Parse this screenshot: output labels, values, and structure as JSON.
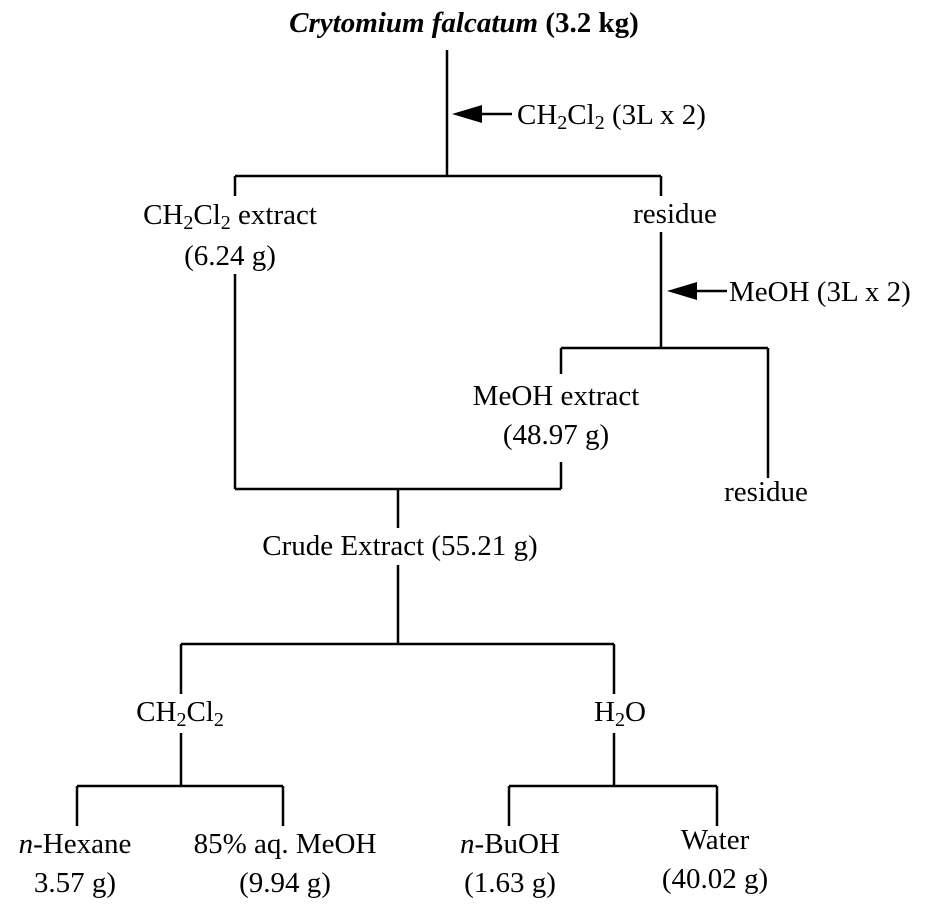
{
  "title": {
    "species": "Crytomium falcatum",
    "mass": "(3.2 kg)"
  },
  "step1": {
    "solvent": "CH",
    "sub1": "2",
    "mid": "Cl",
    "sub2": "2",
    "amount": "(3L x 2)"
  },
  "ch2cl2_extract": {
    "part1": "CH",
    "sub1": "2",
    "part2": "Cl",
    "sub2": "2",
    "suffix": "extract",
    "mass": "(6.24 g)"
  },
  "residue_1": "residue",
  "step2": {
    "solvent": "MeOH",
    "amount": "(3L x 2)"
  },
  "meoh_extract": {
    "label": "MeOH extract",
    "mass": "(48.97 g)"
  },
  "residue_2": "residue",
  "crude_extract": "Crude Extract (55.21 g)",
  "partition_ch2cl2": {
    "part1": "CH",
    "sub1": "2",
    "part2": "Cl",
    "sub2": "2"
  },
  "partition_h2o": {
    "part1": "H",
    "sub1": "2",
    "part2": "O"
  },
  "fractions": {
    "hexane": {
      "prefix": "n",
      "name": "-Hexane",
      "mass": "3.57 g)"
    },
    "aq_meoh": {
      "name": "85% aq. MeOH",
      "mass": "(9.94 g)"
    },
    "buoh": {
      "prefix": "n",
      "name": "-BuOH",
      "mass": "(1.63 g)"
    },
    "water": {
      "name": "Water",
      "mass": "(40.02 g)"
    }
  }
}
